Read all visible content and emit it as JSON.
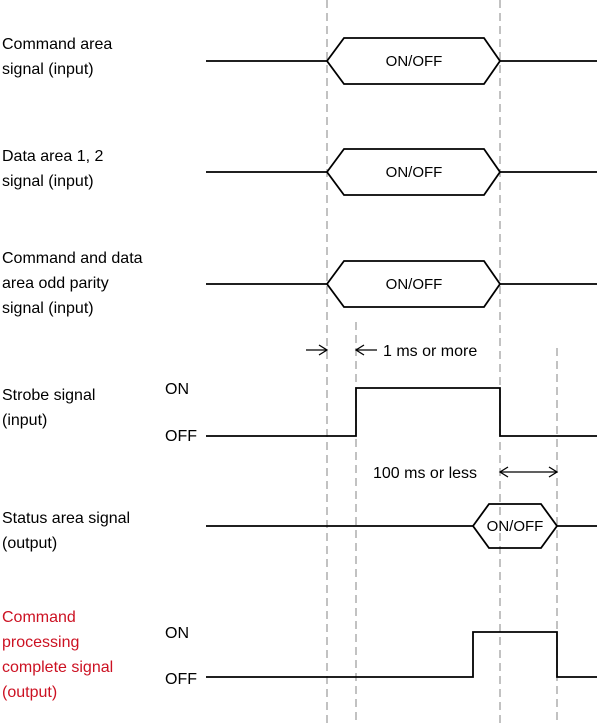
{
  "signals": [
    {
      "label_lines": [
        "Command area",
        "signal (input)"
      ],
      "box_text": "ON/OFF"
    },
    {
      "label_lines": [
        "Data area 1, 2",
        "signal (input)"
      ],
      "box_text": "ON/OFF"
    },
    {
      "label_lines": [
        "Command and data",
        "area odd parity",
        "signal (input)"
      ],
      "box_text": "ON/OFF"
    },
    {
      "label_lines": [
        "Strobe signal",
        "(input)"
      ],
      "on_label": "ON",
      "off_label": "OFF"
    },
    {
      "label_lines": [
        "Status area signal",
        "(output)"
      ],
      "box_text": "ON/OFF"
    },
    {
      "label_lines": [
        "Command",
        "processing",
        "complete signal",
        "(output)"
      ],
      "on_label": "ON",
      "off_label": "OFF"
    }
  ],
  "annotations": {
    "strobe_delay": "1 ms or more",
    "response_time": "100 ms or less"
  },
  "colors": {
    "highlight_label": "#cc1122",
    "guide_line": "#9a9a9a"
  }
}
